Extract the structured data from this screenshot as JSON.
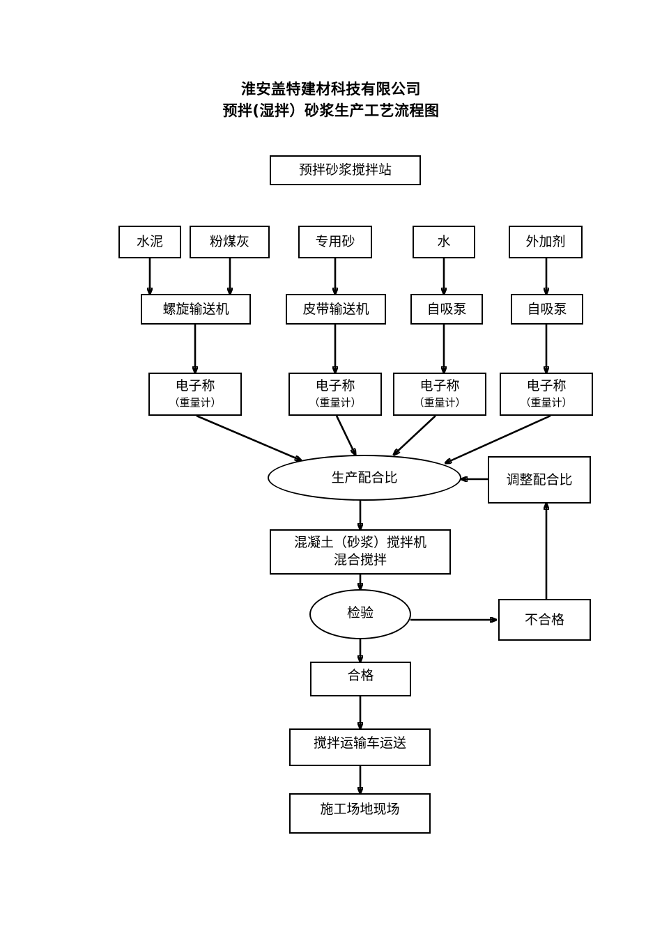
{
  "document": {
    "title_lines": [
      "淮安盖特建材科技有限公司",
      "预拌(湿拌）砂浆生产工艺流程图"
    ]
  },
  "nodes": {
    "station": {
      "label": "预拌砂浆搅拌站"
    },
    "materials": [
      {
        "label": "水泥"
      },
      {
        "label": "粉煤灰"
      },
      {
        "label": "专用砂"
      },
      {
        "label": "水"
      },
      {
        "label": "外加剂"
      }
    ],
    "conveyors": [
      {
        "label": "螺旋输送机"
      },
      {
        "label": "皮带输送机"
      },
      {
        "label": "自吸泵"
      },
      {
        "label": "自吸泵"
      }
    ],
    "scales": [
      {
        "label": "电子称",
        "sub": "（重量计）"
      },
      {
        "label": "电子称",
        "sub": "（重量计）"
      },
      {
        "label": "电子称",
        "sub": "（重量计）"
      },
      {
        "label": "电子称",
        "sub": "（重量计）"
      }
    ],
    "mix_ratio": {
      "label": "生产配合比"
    },
    "adjust_ratio": {
      "label": "调整配合比"
    },
    "mixer": {
      "label": "混凝土（砂浆）搅拌机",
      "sub": "混合搅拌"
    },
    "inspection": {
      "label": "检验"
    },
    "unqualified": {
      "label": "不合格"
    },
    "qualified": {
      "label": "合格"
    },
    "transport": {
      "label": "搅拌运输车运送"
    },
    "site": {
      "label": "施工场地现场"
    }
  },
  "style": {
    "line_color": "#000000",
    "background": "#ffffff",
    "text_color": "#000000"
  }
}
